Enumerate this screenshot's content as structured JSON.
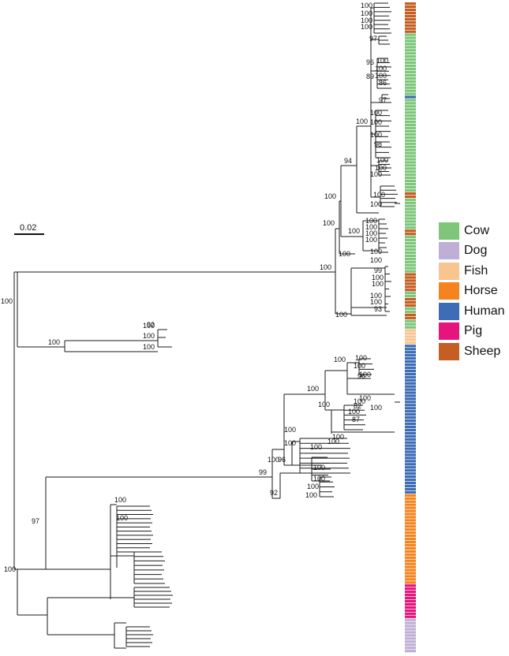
{
  "scale_bar": {
    "label": "0.02"
  },
  "legend": [
    {
      "name": "Cow",
      "color": "#7DC67A"
    },
    {
      "name": "Dog",
      "color": "#BFAFD6"
    },
    {
      "name": "Fish",
      "color": "#F8C48F"
    },
    {
      "name": "Horse",
      "color": "#F5841F"
    },
    {
      "name": "Human",
      "color": "#3D6DB5"
    },
    {
      "name": "Pig",
      "color": "#E5157C"
    },
    {
      "name": "Sheep",
      "color": "#C45E22"
    }
  ],
  "color_strip": [
    [
      "Sheep",
      10
    ],
    [
      "Cow",
      20
    ],
    [
      "Human",
      1
    ],
    [
      "Cow",
      30
    ],
    [
      "Sheep",
      2
    ],
    [
      "Cow",
      10
    ],
    [
      "Sheep",
      2
    ],
    [
      "Cow",
      12
    ],
    [
      "Sheep",
      6
    ],
    [
      "Cow",
      2
    ],
    [
      "Sheep",
      3
    ],
    [
      "Cow",
      2
    ],
    [
      "Sheep",
      2
    ],
    [
      "Cow",
      3
    ],
    [
      "Fish",
      5
    ],
    [
      "Human",
      48
    ],
    [
      "Horse",
      29
    ],
    [
      "Pig",
      11
    ],
    [
      "Dog",
      11
    ]
  ],
  "bootstrap_labels": [
    "100",
    "100",
    "100",
    "100",
    "100",
    "100",
    "92",
    "100",
    "100",
    "100",
    "100",
    "94",
    "100",
    "100",
    "100",
    "100",
    "100",
    "100",
    "100",
    "100",
    "100",
    "100",
    "100",
    "100",
    "97",
    "96",
    "100",
    "100",
    "100",
    "89",
    "86",
    "97",
    "100",
    "100",
    "100",
    "98",
    "100",
    "100",
    "100",
    "100",
    "100",
    "99",
    "100",
    "100",
    "100",
    "100",
    "93",
    "100",
    "99",
    "97",
    "100",
    "92",
    "100",
    "96",
    "100",
    "100",
    "100",
    "100",
    "96",
    "100",
    "100",
    "82",
    "100",
    "87",
    "100",
    "100",
    "100",
    "100",
    "100",
    "100",
    "100",
    "100",
    "100",
    "100",
    "100",
    "100",
    "100"
  ]
}
